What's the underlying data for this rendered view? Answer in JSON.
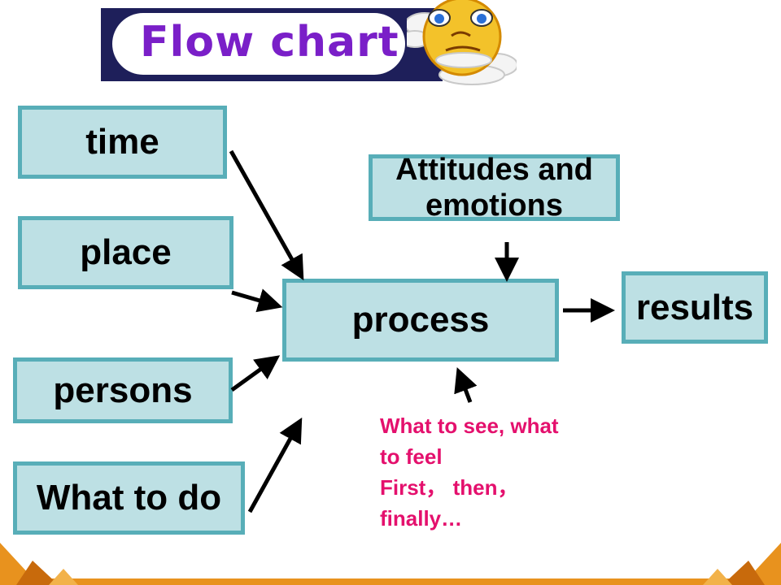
{
  "title": "Flow chart",
  "nodes": {
    "time": "time",
    "place": "place",
    "persons": "persons",
    "what_to_do": "What to do",
    "attitudes": "Attitudes and emotions",
    "process": "process",
    "results": "results"
  },
  "note": {
    "line1": "What to see, what",
    "line2": "to feel",
    "line3": "First， then，",
    "line4": "finally…"
  },
  "colors": {
    "box_fill": "#bde0e4",
    "box_border": "#58aeb8",
    "title_text": "#7a1fc8",
    "note_text": "#e4106d",
    "banner": "#1e1f5a"
  }
}
